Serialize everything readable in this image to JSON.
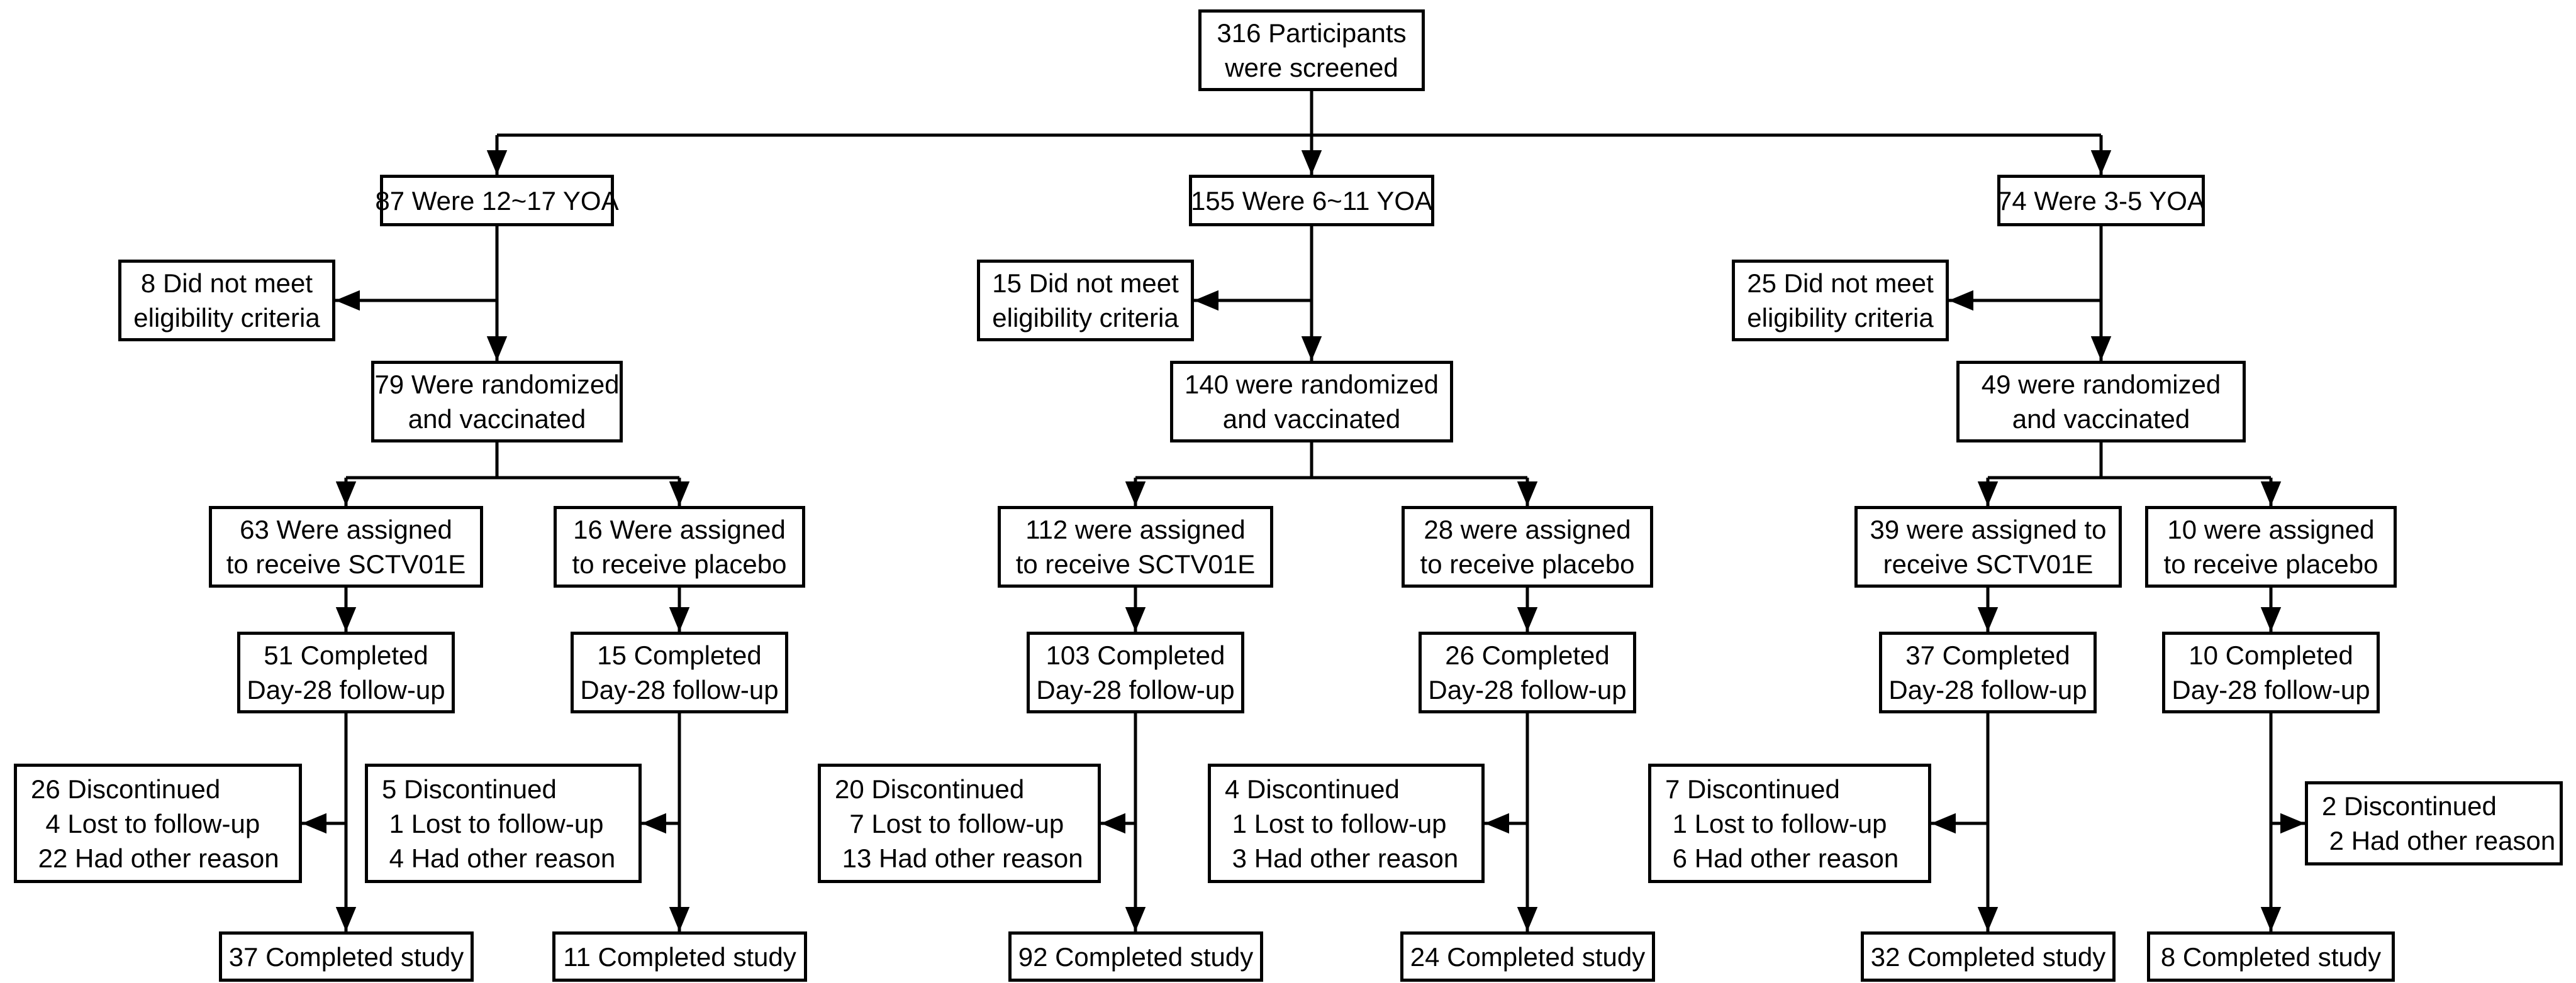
{
  "colors": {
    "background": "#ffffff",
    "box_fill": "#ffffff",
    "box_border": "#000000",
    "text": "#000000"
  },
  "screened": [
    "316 Participants",
    "were screened"
  ],
  "branches": [
    {
      "age": "87 Were 12~17 YOA",
      "not_eligible": [
        "8 Did not meet",
        "eligibility criteria"
      ],
      "randomized": [
        "79 Were randomized",
        "and vaccinated"
      ],
      "arms": [
        {
          "assigned": [
            "63 Were assigned",
            "to receive SCTV01E"
          ],
          "day28": [
            "51 Completed",
            "Day-28 follow-up"
          ],
          "discontinued": [
            "26 Discontinued",
            "  4 Lost to follow-up",
            " 22 Had other reason"
          ],
          "completed": "37 Completed study"
        },
        {
          "assigned": [
            "16 Were assigned",
            "to receive placebo"
          ],
          "day28": [
            "15 Completed",
            "Day-28 follow-up"
          ],
          "discontinued": [
            "5 Discontinued",
            " 1 Lost to follow-up",
            " 4 Had other reason"
          ],
          "completed": "11 Completed study"
        }
      ]
    },
    {
      "age": "155 Were 6~11 YOA",
      "not_eligible": [
        "15 Did not meet",
        "eligibility criteria"
      ],
      "randomized": [
        "140 were randomized",
        "and vaccinated"
      ],
      "arms": [
        {
          "assigned": [
            "112 were assigned",
            "to receive SCTV01E"
          ],
          "day28": [
            "103 Completed",
            "Day-28 follow-up"
          ],
          "discontinued": [
            "20 Discontinued",
            "  7 Lost to follow-up",
            " 13 Had other reason"
          ],
          "completed": "92 Completed study"
        },
        {
          "assigned": [
            "28 were assigned",
            "to receive placebo"
          ],
          "day28": [
            "26 Completed",
            "Day-28 follow-up"
          ],
          "discontinued": [
            "4 Discontinued",
            " 1 Lost to follow-up",
            " 3 Had other reason"
          ],
          "completed": "24 Completed study"
        }
      ]
    },
    {
      "age": "74 Were 3-5 YOA",
      "not_eligible": [
        "25 Did not meet",
        "eligibility criteria"
      ],
      "randomized": [
        "49 were randomized",
        "and vaccinated"
      ],
      "arms": [
        {
          "assigned": [
            "39 were assigned to",
            "receive SCTV01E"
          ],
          "day28": [
            "37 Completed",
            "Day-28 follow-up"
          ],
          "discontinued": [
            "7 Discontinued",
            " 1 Lost to follow-up",
            " 6 Had other reason"
          ],
          "completed": "32 Completed study"
        },
        {
          "assigned": [
            "10 were assigned",
            "to receive placebo"
          ],
          "day28": [
            "10 Completed",
            "Day-28 follow-up"
          ],
          "discontinued": [
            "2 Discontinued",
            " 2 Had other reason"
          ],
          "completed": "8 Completed study"
        }
      ]
    }
  ]
}
